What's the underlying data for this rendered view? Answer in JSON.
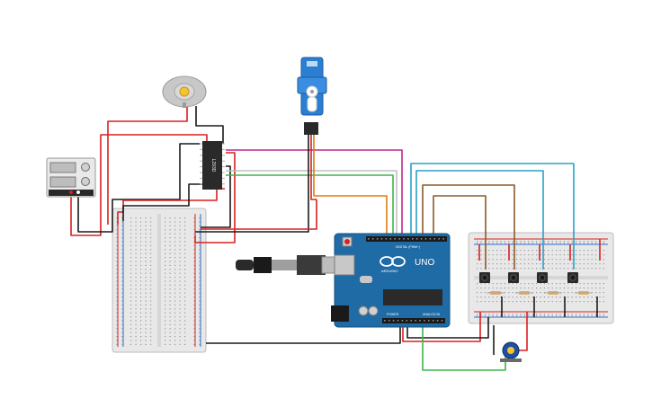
{
  "circuit": {
    "arduino": {
      "logo_text": "ARDUINO",
      "model": "UNO",
      "header_digital": "DIGITAL (PWM~)",
      "header_power": "POWER",
      "header_analog": "ANALOG IN"
    },
    "driver_ic": {
      "label": "L293D"
    },
    "components": {
      "dc_motor": "dc-motor",
      "servo": "micro-servo",
      "power_supply": "dc-power-supply",
      "breadboard_left": "breadboard-vertical",
      "breadboard_right": "breadboard-horizontal",
      "pushbuttons": 4,
      "resistors": 4,
      "potentiometer": "potentiometer",
      "usb_cable": "usb-cable"
    },
    "colors": {
      "board_blue": "#1f6ba5",
      "wire_red": "#d92020",
      "wire_black": "#1a1a1a",
      "wire_green": "#3bb54a",
      "wire_orange": "#e07a10",
      "wire_brown": "#8b5a2b",
      "wire_cyan": "#2aa0c8",
      "wire_magenta": "#c2268a",
      "servo_blue": "#2b7fd1"
    }
  }
}
